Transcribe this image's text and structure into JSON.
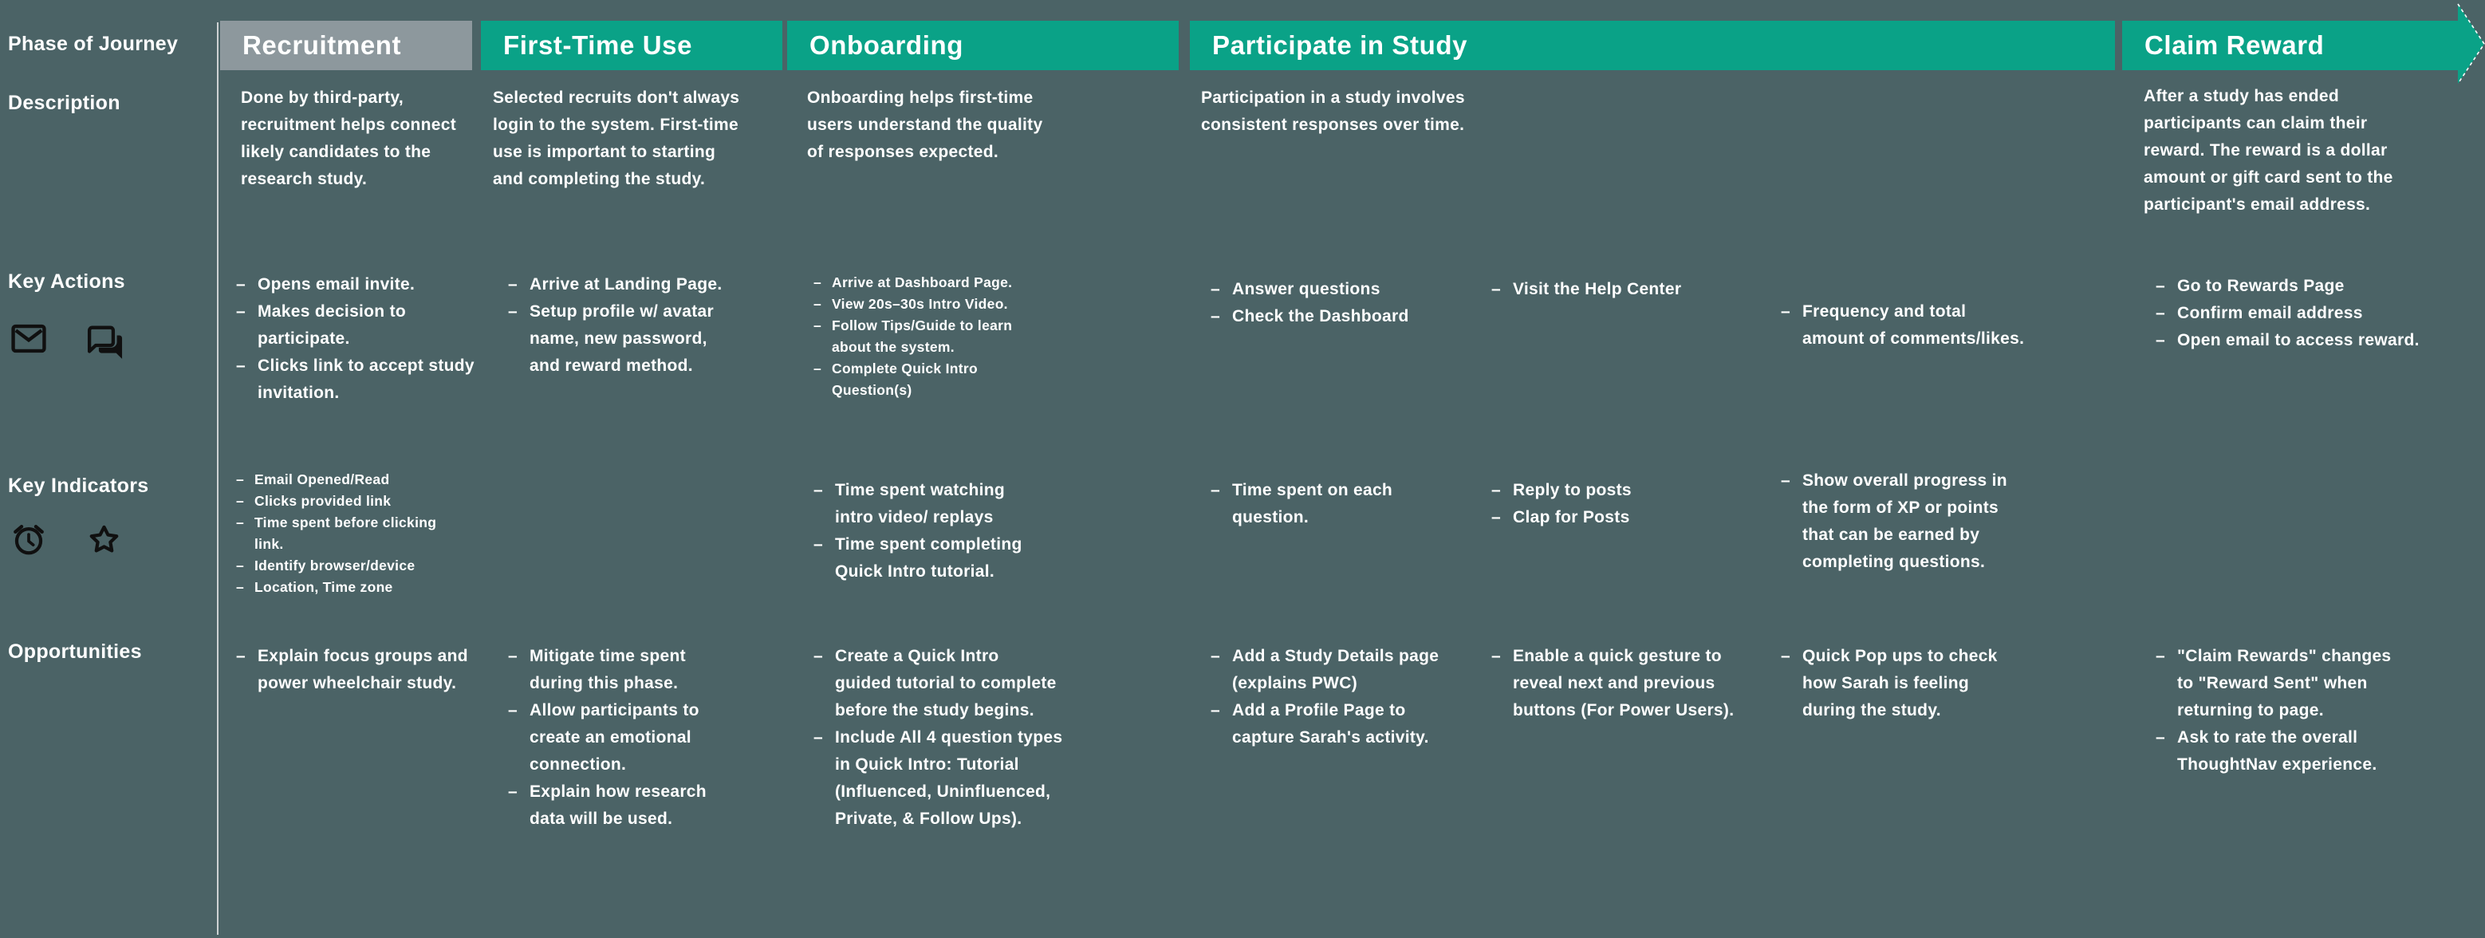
{
  "palette": {
    "background": "#4b6366",
    "teal": "#0aa287",
    "gray": "#8d989d",
    "divider": "#cdd2d3",
    "icon": "#101010",
    "text": "#ffffff"
  },
  "row_labels": {
    "phase": "Phase of Journey",
    "description": "Description",
    "key_actions": "Key Actions",
    "key_indicators": "Key Indicators",
    "opportunities": "Opportunities"
  },
  "icons": {
    "key_actions": [
      "email",
      "chat-bubbles"
    ],
    "key_indicators": [
      "alarm-clock",
      "star-badge"
    ]
  },
  "phases": [
    {
      "title": "Recruitment",
      "description": "Done by third-party,\nrecruitment helps connect\nlikely candidates to the\nresearch study.",
      "key_actions": [
        "Opens email invite.",
        "Makes decision to\nparticipate.",
        "Clicks link to accept study\ninvitation."
      ],
      "key_indicators": [
        "Email Opened/Read",
        "Clicks provided link",
        "Time spent before clicking\nlink.",
        "Identify browser/device",
        "Location, Time zone"
      ],
      "opportunities": [
        "Explain focus groups and\npower wheelchair study."
      ]
    },
    {
      "title": "First-Time Use",
      "description": "Selected recruits don't always\nlogin to the system. First-time\nuse is important to starting\nand completing the study.",
      "key_actions": [
        "Arrive at Landing Page.",
        "Setup profile w/ avatar\nname, new password,\nand reward method."
      ],
      "key_indicators": [],
      "opportunities": [
        "Mitigate time spent\nduring this phase.",
        "Allow participants to\ncreate an emotional\nconnection.",
        "Explain how research\ndata will be used."
      ]
    },
    {
      "title": "Onboarding",
      "description": "Onboarding helps first-time\nusers understand the quality\nof responses expected.",
      "key_actions": [
        "Arrive at Dashboard Page.",
        "View 20s–30s Intro Video.",
        "Follow Tips/Guide to learn\nabout the system.",
        "Complete Quick Intro\nQuestion(s)"
      ],
      "key_indicators": [
        "Time spent watching\nintro video/ replays",
        "Time spent completing\nQuick Intro tutorial."
      ],
      "opportunities": [
        "Create a Quick Intro\nguided tutorial to complete\nbefore the study begins.",
        "Include All 4 question types\nin Quick Intro: Tutorial\n(Influenced, Uninfluenced,\nPrivate, & Follow Ups)."
      ]
    },
    {
      "title": "Participate in Study",
      "description": "Participation in a study involves\nconsistent responses over time.",
      "subcolumns": [
        {
          "key_actions": [
            "Answer questions",
            "Check the Dashboard"
          ],
          "key_indicators": [
            "Time spent on each\nquestion."
          ],
          "opportunities": [
            "Add a Study Details page\n(explains PWC)",
            "Add a Profile Page to\ncapture Sarah's activity."
          ]
        },
        {
          "key_actions": [
            "Visit the Help Center"
          ],
          "key_indicators": [
            "Reply to posts",
            "Clap for Posts"
          ],
          "opportunities": [
            "Enable a quick gesture to\nreveal next and previous\nbuttons (For Power Users)."
          ]
        },
        {
          "key_actions": [
            "Frequency and total\namount of comments/likes."
          ],
          "key_indicators": [
            "Show overall progress in\nthe form of XP or points\nthat can be earned by\ncompleting questions."
          ],
          "opportunities": [
            "Quick Pop ups to check\nhow Sarah is feeling\nduring the study."
          ]
        }
      ]
    },
    {
      "title": "Claim Reward",
      "description": "After a study has ended\nparticipants can claim their\nreward. The reward is a dollar\namount or gift card sent to the\nparticipant's email address.",
      "key_actions": [
        "Go to Rewards Page",
        "Confirm email address",
        "Open email to access reward."
      ],
      "key_indicators": [],
      "opportunities": [
        "\"Claim Rewards\" changes\nto \"Reward Sent\" when\nreturning to page.",
        "Ask to rate the overall\nThoughtNav experience."
      ]
    }
  ]
}
